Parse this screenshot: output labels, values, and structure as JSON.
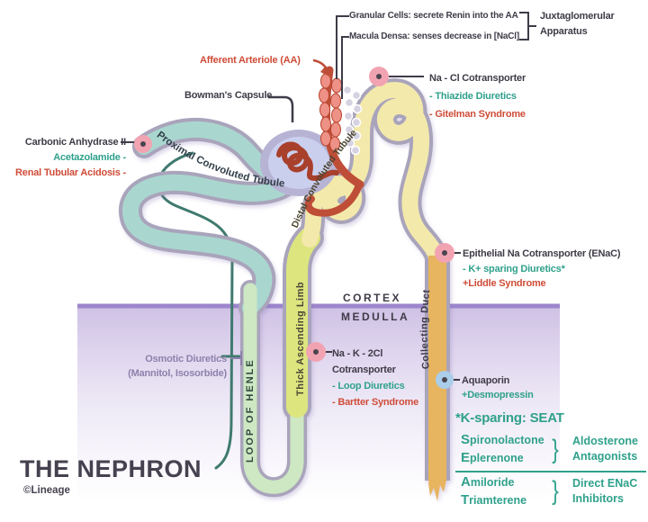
{
  "title": "THE NEPHRON",
  "credit": "©Lineage",
  "colors": {
    "teal": "#2fa18b",
    "red": "#cf4c38",
    "dark": "#3f3b48",
    "purple_text": "#8d81ab"
  },
  "jga": {
    "granular": "Granular Cells: secrete Renin into the AA",
    "macula": "Macula Densa: senses decrease in [NaCl]",
    "label_line1": "Juxtaglomerular",
    "label_line2": "Apparatus"
  },
  "labels": {
    "afferent_arteriole": "Afferent Arteriole (AA)",
    "bowmans_capsule": "Bowman's Capsule",
    "cortex": "CORTEX",
    "medulla": "MEDULLA"
  },
  "tube_labels": {
    "proximal": "Proximal Convoluted Tubule",
    "distal": "Distal Convoluted Tubule",
    "thick_ascending": "Thick Ascending Limb",
    "loop_of_henle": "LOOP OF HENLE",
    "collecting_duct": "Collecting Duct"
  },
  "annotations": {
    "carbonic": {
      "name": "Carbonic Anhydrase II",
      "drug": "Acetazolamide -",
      "disease": "Renal Tubular Acidosis -"
    },
    "nacl": {
      "name": "Na - Cl Cotransporter",
      "drug": "- Thiazide Diuretics",
      "disease": "- Gitelman Syndrome"
    },
    "enac": {
      "name": "Epithelial Na Cotransporter (ENaC)",
      "drug": "- K+ sparing Diuretics*",
      "disease": "+Liddle Syndrome"
    },
    "nak2cl": {
      "name_line1": "Na - K - 2Cl",
      "name_line2": "Cotransporter",
      "drug": "- Loop Diuretics",
      "disease": "- Bartter Syndrome"
    },
    "osmotic": {
      "line1": "Osmotic Diuretics",
      "line2": "(Mannitol, Isosorbide)"
    },
    "aquaporin": {
      "name": "Aquaporin",
      "drug": "+Desmopressin"
    }
  },
  "seat": {
    "title": "*K-sparing: SEAT",
    "groups": [
      {
        "drug1": "Spironolactone",
        "drug2": "Eplerenone",
        "brace": "}",
        "label1": "Aldosterone",
        "label2": "Antagonists"
      },
      {
        "drug1": "Amiloride",
        "drug2": "Triamterene",
        "brace": "}",
        "label1": "Direct ENaC",
        "label2": "Inhibitors"
      }
    ]
  }
}
